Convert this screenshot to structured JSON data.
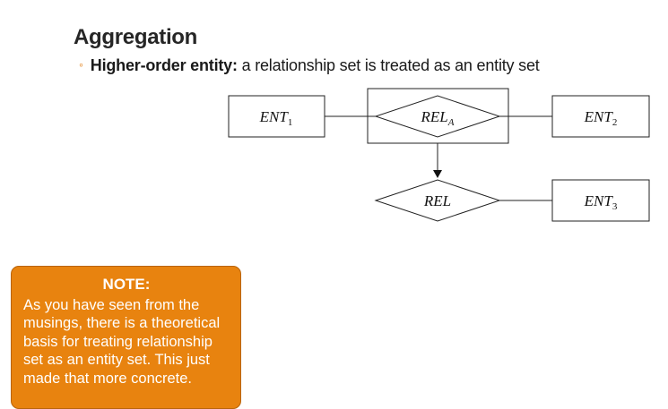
{
  "heading": "Aggregation",
  "bullet": {
    "marker": "◦",
    "term": "Higher-order entity:",
    "text": " a relationship set is treated as an entity set"
  },
  "diagram": {
    "nodes": [
      {
        "id": "ent1",
        "type": "entity",
        "base": "ENT",
        "sub": "1"
      },
      {
        "id": "rela",
        "type": "relationship",
        "base": "REL",
        "sub": "A",
        "aggregated": true
      },
      {
        "id": "ent2",
        "type": "entity",
        "base": "ENT",
        "sub": "2"
      },
      {
        "id": "rel",
        "type": "relationship",
        "base": "REL",
        "sub": ""
      },
      {
        "id": "ent3",
        "type": "entity",
        "base": "ENT",
        "sub": "3"
      }
    ],
    "edges": [
      {
        "from": "ent1",
        "to": "rela",
        "arrow": false
      },
      {
        "from": "rela",
        "to": "ent2",
        "arrow": false
      },
      {
        "from": "rela",
        "to": "rel",
        "arrow": true
      },
      {
        "from": "rel",
        "to": "ent3",
        "arrow": false
      }
    ]
  },
  "note": {
    "title": "NOTE:",
    "body": "As you have seen from the musings, there is a theoretical basis for treating relationship set as an entity set.  This just made that more concrete."
  },
  "colors": {
    "note_bg": "#e8830f",
    "bullet_marker": "#e07b0f"
  }
}
